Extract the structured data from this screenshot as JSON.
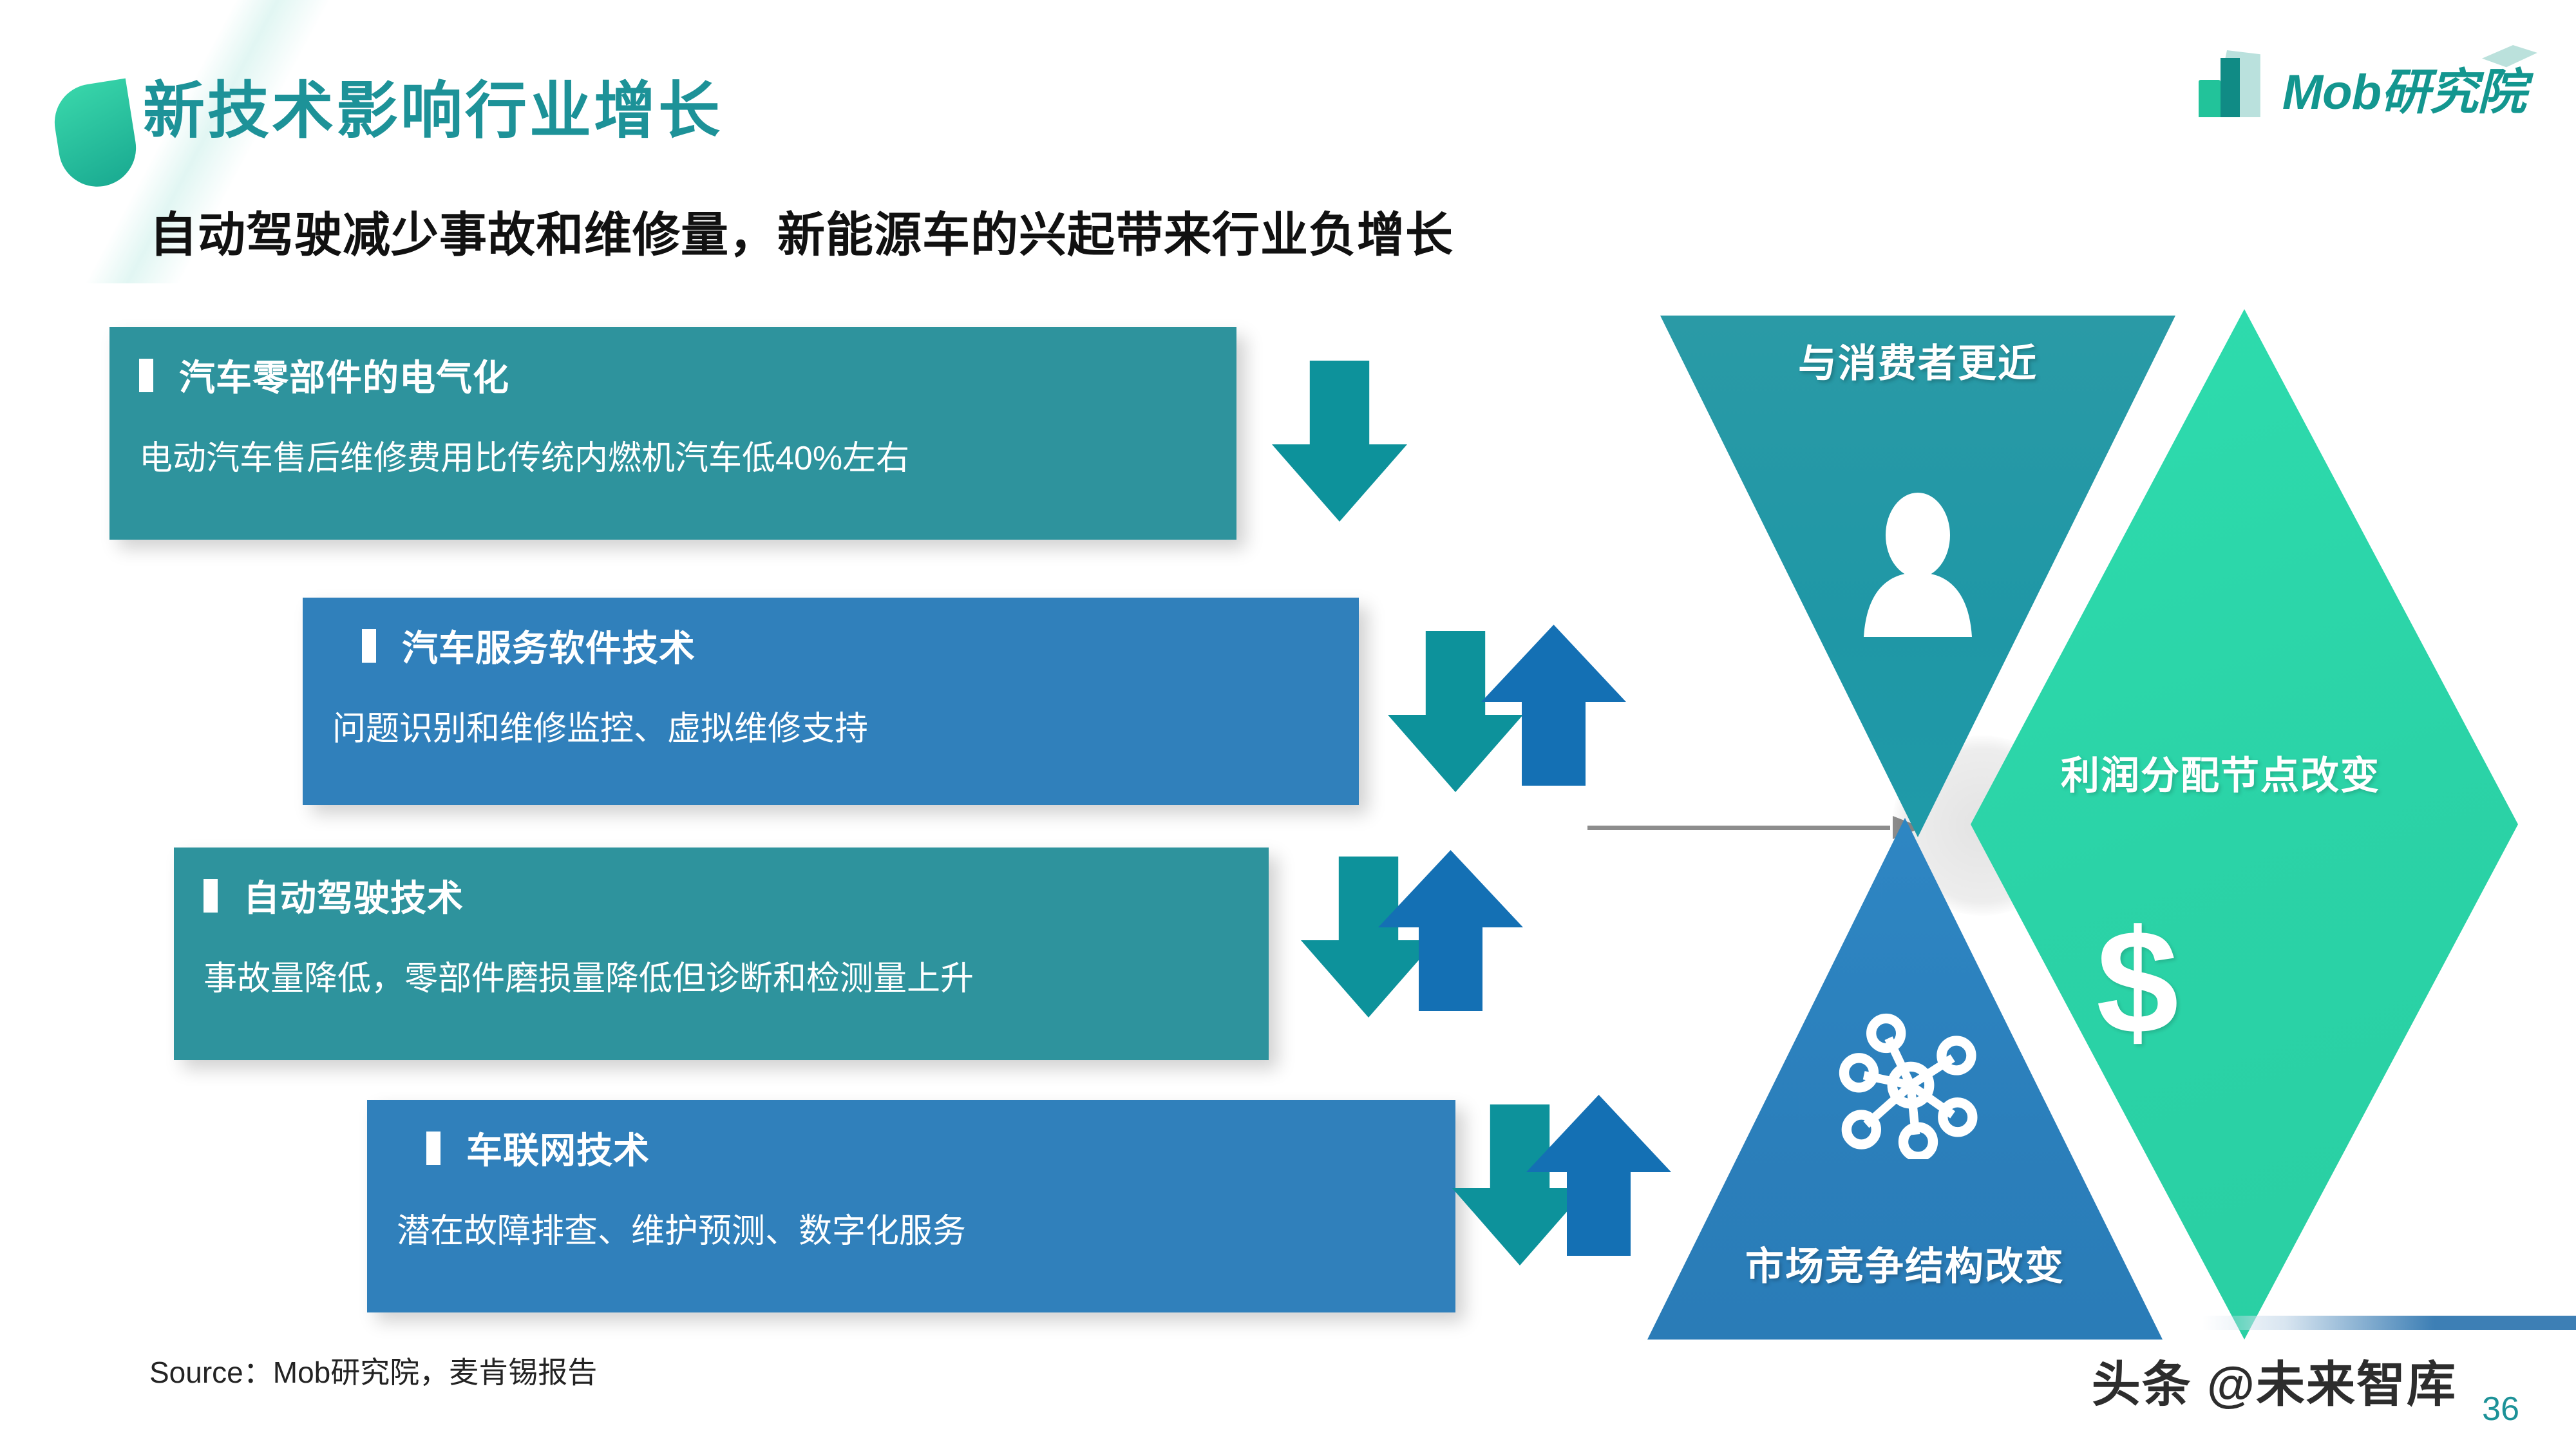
{
  "header": {
    "title": "新技术影响行业增长",
    "subtitle": "自动驾驶减少事故和维修量，新能源车的兴起带来行业负增长",
    "logo_text": "Mob研究院"
  },
  "boxes": [
    {
      "title": "汽车零部件的电气化",
      "desc": "电动汽车售后维修费用比传统内燃机汽车低40%左右",
      "color": "#2e939d"
    },
    {
      "title": "汽车服务软件技术",
      "desc": "问题识别和维修监控、虚拟维修支持",
      "color": "#3080bb"
    },
    {
      "title": "自动驾驶技术",
      "desc": "事故量降低，零部件磨损量降低但诊断和检测量上升",
      "color": "#2e939d"
    },
    {
      "title": "车联网技术",
      "desc": "潜在故障排查、维护预测、数字化服务",
      "color": "#3080bb"
    }
  ],
  "diagram": {
    "top_label": "与消费者更近",
    "bottom_label": "市场竞争结构改变",
    "diamond_label": "利润分配节点改变",
    "dollar_symbol": "$",
    "colors": {
      "top_triangle": "#1f97a6",
      "bottom_triangle": "#2b7fbb",
      "diamond": "#2bd3a7"
    }
  },
  "arrows": {
    "down_color": "#0d929b",
    "up_color": "#1470b4"
  },
  "footer": {
    "source": "Source：Mob研究院，麦肯锡报告",
    "watermark": "头条 @未来智库",
    "page_number": "36"
  }
}
